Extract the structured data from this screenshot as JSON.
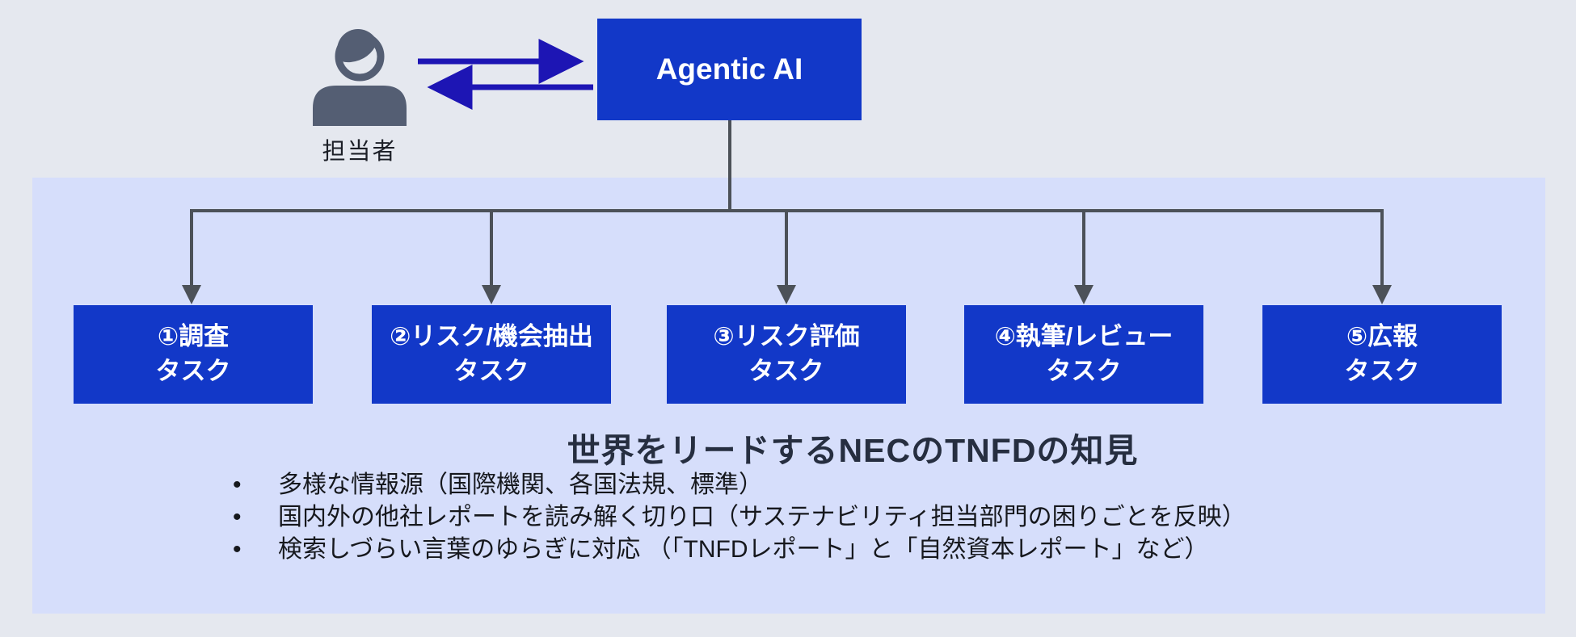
{
  "header": {
    "person_label": "担当者",
    "agent_label": "Agentic AI"
  },
  "tasks": [
    {
      "line1": "①調査",
      "line2": "タスク"
    },
    {
      "line1": "②リスク/機会抽出",
      "line2": "タスク"
    },
    {
      "line1": "③リスク評価",
      "line2": "タスク"
    },
    {
      "line1": "④執筆/レビュー",
      "line2": "タスク"
    },
    {
      "line1": "⑤広報",
      "line2": "タスク"
    }
  ],
  "knowledge": {
    "title": "世界をリードするNECのTNFDの知見",
    "bullets": [
      "多様な情報源（国際機関、各国法規、標準）",
      "国内外の他社レポートを読み解く切り口（サステナビリティ担当部門の困りごとを反映）",
      "検索しづらい言葉のゆらぎに対応 （「TNFDレポート」と「自然資本レポート」など）"
    ]
  },
  "icons": {
    "person": "person-icon",
    "arrow_right": "arrow-right-icon",
    "arrow_left": "arrow-left-icon",
    "tree_arrows": "arrow-down-icon"
  },
  "colors": {
    "background": "#e5e8ef",
    "panel": "#d6defb",
    "box_blue": "#1238c8",
    "box_text": "#ffffff",
    "exchange_arrow_blue": "#1d15b4",
    "connector_gray": "#4c5158",
    "person_icon": "#545e73",
    "title_text": "#262e40",
    "body_text": "#16181d"
  }
}
